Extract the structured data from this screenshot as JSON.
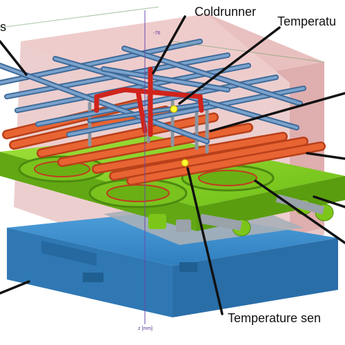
{
  "labels": {
    "cooling_top": "s",
    "coldrunner": "Coldrunner",
    "temperature_top": "Temperatu",
    "temperature_bottom": "Temperature sen"
  },
  "axis": {
    "z_top": "-76",
    "z_bottom": "z [mm]"
  },
  "colors": {
    "mold_pink": "#d99a9a",
    "cooling_pipe": "#6a8fb8",
    "hot_pipe": "#e0552c",
    "coldrunner": "#e02a20",
    "plate_green": "#86d21e",
    "plate_blue": "#3b8fd0",
    "sensor": "#ffff30"
  }
}
